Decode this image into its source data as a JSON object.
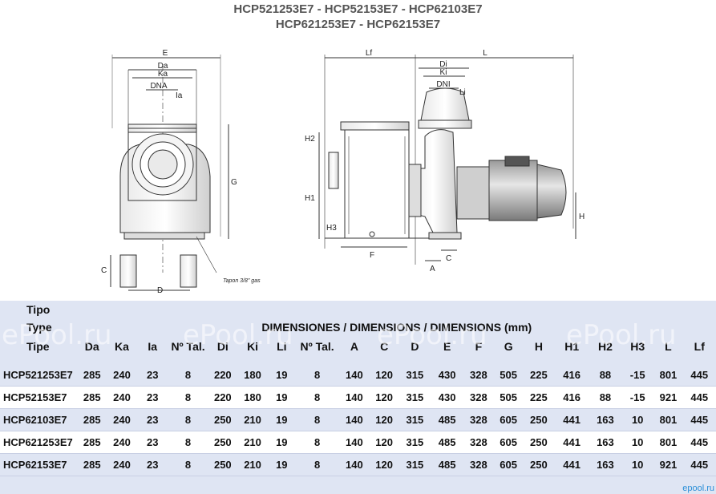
{
  "titles": {
    "line1": "HCP521253E7 - HCP52153E7 - HCP62103E7",
    "line2": "HCP621253E7 - HCP62153E7"
  },
  "drawing": {
    "front_view": {
      "labels": {
        "E": "E",
        "Da": "Da",
        "Ka": "Ka",
        "DNA": "DNA",
        "Ia": "Ia",
        "G": "G",
        "C": "C",
        "D": "D",
        "plug_note": "Tapon 3/8\" gas"
      }
    },
    "side_view": {
      "labels": {
        "Lf": "Lf",
        "L": "L",
        "Di": "Di",
        "Ki": "Ki",
        "DNI": "DNI",
        "Li": "Li",
        "H2": "H2",
        "H1": "H1",
        "H3": "H3",
        "H": "H",
        "F": "F",
        "A": "A",
        "C": "C"
      }
    }
  },
  "table": {
    "tipo_header": [
      "Tipo",
      "Type",
      "Tipe"
    ],
    "dimensions_header": "DIMENSIONES / DIMENSIONS / DIMENSIONS (mm)",
    "columns": [
      "Da",
      "Ka",
      "Ia",
      "Nº Tal.",
      "Di",
      "Ki",
      "Li",
      "Nº Tal.",
      "A",
      "C",
      "D",
      "E",
      "F",
      "G",
      "H",
      "H1",
      "H2",
      "H3",
      "L",
      "Lf"
    ],
    "rows": [
      {
        "model": "HCP521253E7",
        "values": [
          "285",
          "240",
          "23",
          "8",
          "220",
          "180",
          "19",
          "8",
          "140",
          "120",
          "315",
          "430",
          "328",
          "505",
          "225",
          "416",
          "88",
          "-15",
          "801",
          "445"
        ]
      },
      {
        "model": "HCP52153E7",
        "values": [
          "285",
          "240",
          "23",
          "8",
          "220",
          "180",
          "19",
          "8",
          "140",
          "120",
          "315",
          "430",
          "328",
          "505",
          "225",
          "416",
          "88",
          "-15",
          "921",
          "445"
        ]
      },
      {
        "model": "HCP62103E7",
        "values": [
          "285",
          "240",
          "23",
          "8",
          "250",
          "210",
          "19",
          "8",
          "140",
          "120",
          "315",
          "485",
          "328",
          "605",
          "250",
          "441",
          "163",
          "10",
          "801",
          "445"
        ]
      },
      {
        "model": "HCP621253E7",
        "values": [
          "285",
          "240",
          "23",
          "8",
          "250",
          "210",
          "19",
          "8",
          "140",
          "120",
          "315",
          "485",
          "328",
          "605",
          "250",
          "441",
          "163",
          "10",
          "801",
          "445"
        ]
      },
      {
        "model": "HCP62153E7",
        "values": [
          "285",
          "240",
          "23",
          "8",
          "250",
          "210",
          "19",
          "8",
          "140",
          "120",
          "315",
          "485",
          "328",
          "605",
          "250",
          "441",
          "163",
          "10",
          "921",
          "445"
        ]
      }
    ]
  },
  "watermark": "ePool.ru",
  "corner_logo": "epool.ru"
}
